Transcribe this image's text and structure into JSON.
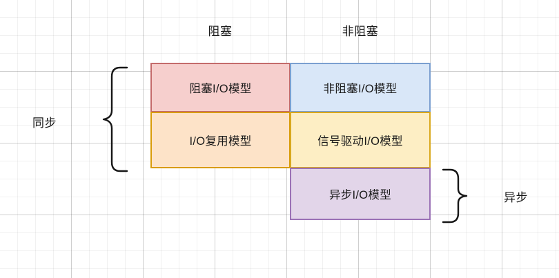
{
  "diagram": {
    "title_semantic": "io-model-matrix",
    "column_headers": [
      {
        "label": "阻塞"
      },
      {
        "label": "非阻塞"
      }
    ],
    "row_group_labels": [
      {
        "label": "同步",
        "side": "left"
      },
      {
        "label": "异步",
        "side": "right"
      }
    ],
    "cells": [
      {
        "label": "阻塞I/O模型",
        "fill": "#f6cfcd",
        "border": "#c46b6b"
      },
      {
        "label": "非阻塞I/O模型",
        "fill": "#d9e7f8",
        "border": "#7b9fd0"
      },
      {
        "label": "I/O复用模型",
        "fill": "#fde3c8",
        "border": "#d99c09"
      },
      {
        "label": "信号驱动I/O模型",
        "fill": "#fdeec4",
        "border": "#d9a81c"
      },
      {
        "label": "异步I/O模型",
        "fill": "#e2d5e9",
        "border": "#9b72b6"
      }
    ],
    "background": {
      "paper": "#ffffff",
      "grid_minor": "#f0f0f0",
      "grid_major": "#dcdcdc"
    },
    "ink_color": "#1a1a1a"
  }
}
